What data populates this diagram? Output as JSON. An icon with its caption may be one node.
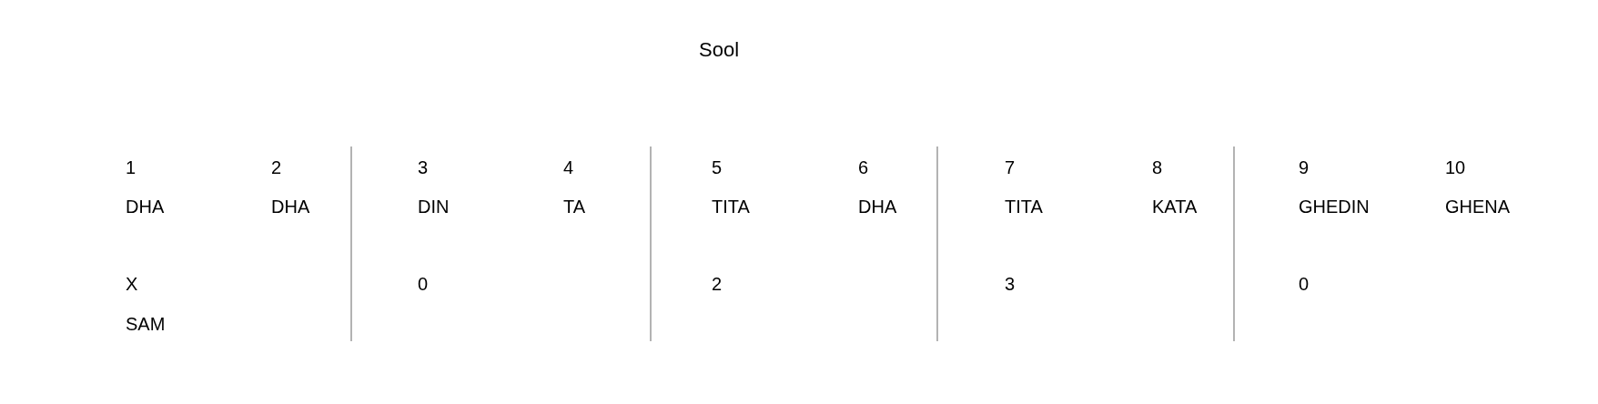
{
  "diagram": {
    "title": "Sool",
    "labels": [
      "1",
      "2",
      "3",
      "4",
      "5",
      "6",
      "7",
      "8",
      "9",
      "10",
      "DHA",
      "DHA",
      "DIN",
      "TA",
      "TITA",
      "DHA",
      "TITA",
      "KATA",
      "GHEDIN",
      "GHENA",
      "X",
      "0",
      "2",
      "3",
      "0",
      "SAM"
    ]
  }
}
